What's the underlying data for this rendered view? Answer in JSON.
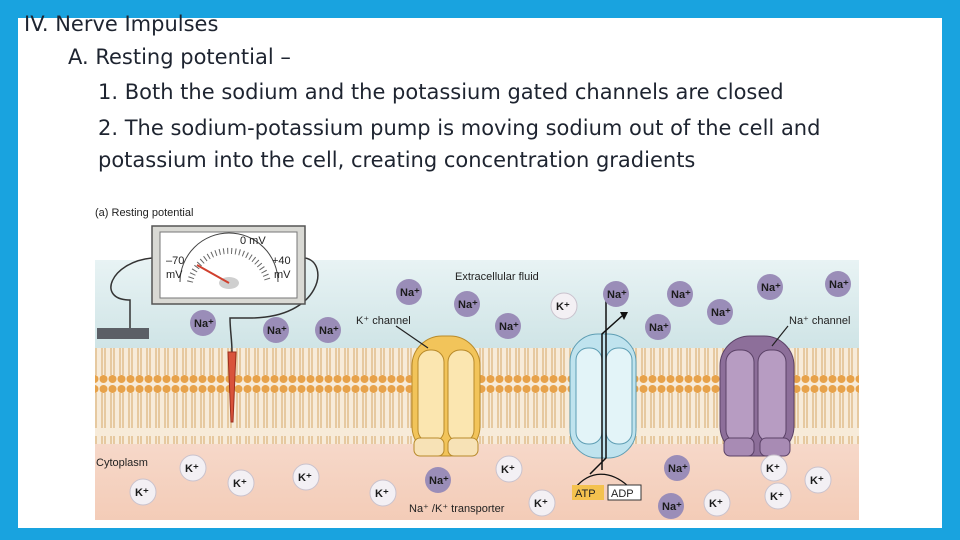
{
  "text": {
    "line1": "IV.   Nerve Impulses",
    "line2": "A.  Resting potential –",
    "line3": "1.  Both the sodium and the potassium gated channels are closed",
    "line4": "2.  The sodium-potassium pump is moving sodium out of the cell and",
    "line5": "potassium into the cell, creating concentration gradients"
  },
  "diagram": {
    "panel_label": "(a) Resting potential",
    "meter_zero": "0 mV",
    "meter_left": "–70",
    "meter_left_unit": "mV",
    "meter_right": "+40",
    "meter_right_unit": "mV",
    "extracellular": "Extracellular fluid",
    "cytoplasm": "Cytoplasm",
    "k_channel": "K⁺ channel",
    "na_channel": "Na⁺ channel",
    "transporter": "Na⁺ /K⁺ transporter",
    "atp": "ATP",
    "adp": "ADP",
    "na_ion": "Na⁺",
    "k_ion": "K⁺"
  },
  "colors": {
    "frame": "#19a3df",
    "na_ion": "#9a8db8",
    "k_ion": "#f3f0f4",
    "k_channel": "#f2c45a",
    "na_channel": "#8d6f9a",
    "transporter": "#bfe3ee"
  }
}
